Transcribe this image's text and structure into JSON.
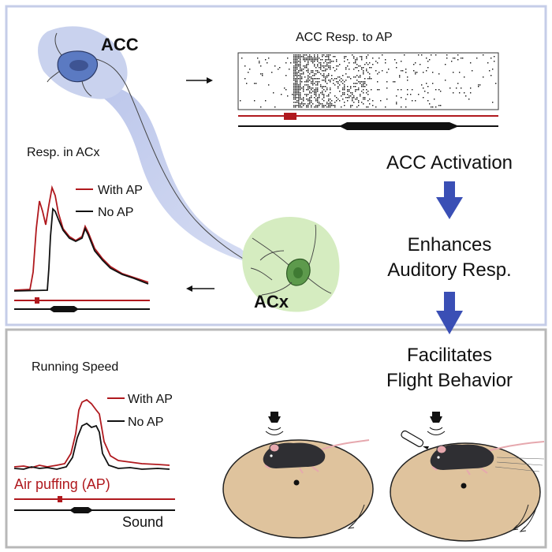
{
  "top_panel": {
    "acc_label": "ACC",
    "acx_label": "ACx",
    "raster_title": "ACC Resp. to AP",
    "resp_title": "Resp. in ACx",
    "legend_with": "With AP",
    "legend_no": "No AP"
  },
  "flow": {
    "step1": "ACC Activation",
    "step2_line1": "Enhances",
    "step2_line2": "Auditory Resp.",
    "step3_line1": "Facilitates",
    "step3_line2": "Flight Behavior"
  },
  "bottom_panel": {
    "speed_title": "Running Speed",
    "legend_with": "With AP",
    "legend_no": "No AP",
    "air_label": "Air puffing (AP)",
    "sound_label": "Sound"
  },
  "colors": {
    "with_ap": "#b0191e",
    "no_ap": "#111111",
    "arrow_blue": "#3a4fb5",
    "top_border": "#c5cde8",
    "bottom_border": "#b8b8b8",
    "acc_halo": "#c9d2ee",
    "acc_cell": "#5b7ac2",
    "acx_halo": "#d5ecc0",
    "acx_cell": "#5d9a4c",
    "platform": "#dfc39d",
    "mouse": "#2f2f33",
    "mouse_pink": "#e6a8ae"
  }
}
